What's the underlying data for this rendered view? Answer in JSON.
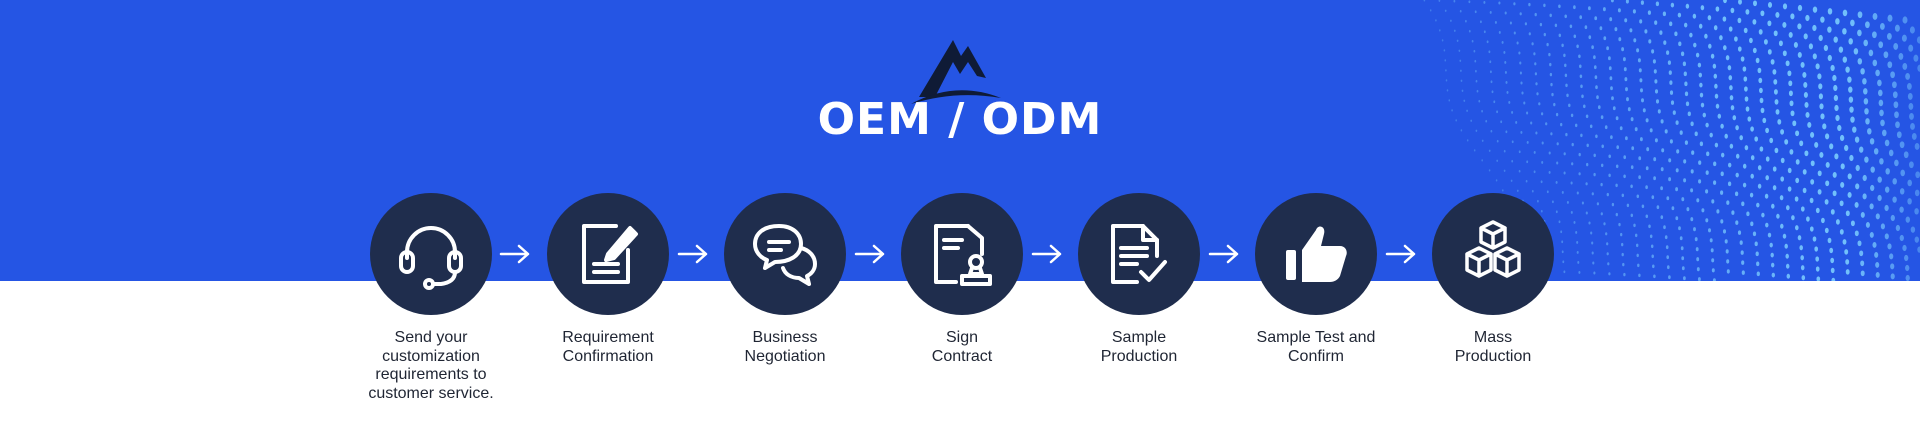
{
  "brand": {
    "title": "OEM / ODM"
  },
  "colors": {
    "hero_bg": "#2555e4",
    "circle_bg": "#1f2d4d",
    "dot_color": "#7fd3ff",
    "logo_dark": "#0f1b36"
  },
  "steps": [
    {
      "label": "Send your\ncustomization\nrequirements to\ncustomer service.",
      "icon": "headset-icon"
    },
    {
      "label": "Requirement\nConfirmation",
      "icon": "document-edit-icon"
    },
    {
      "label": "Business\nNegotiation",
      "icon": "chat-bubbles-icon"
    },
    {
      "label": "Sign\nContract",
      "icon": "contract-stamp-icon"
    },
    {
      "label": "Sample\nProduction",
      "icon": "document-check-icon"
    },
    {
      "label": "Sample Test and\nConfirm",
      "icon": "thumbs-up-icon"
    },
    {
      "label": "Mass\nProduction",
      "icon": "boxes-icon"
    }
  ]
}
